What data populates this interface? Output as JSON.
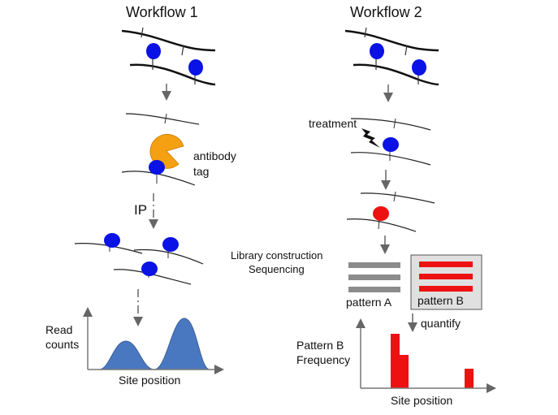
{
  "workflow1": {
    "title": "Workflow 1",
    "antibody_label": "antibody",
    "tag_label": "tag",
    "ip_label": "IP",
    "read_counts_label_line1": "Read",
    "read_counts_label_line2": "counts",
    "x_axis_label": "Site position"
  },
  "workflow2": {
    "title": "Workflow 2",
    "treatment_label": "treatment",
    "library_label_line1": "Library construction",
    "library_label_line2": "Sequencing",
    "pattern_a_label": "pattern A",
    "pattern_b_label": "pattern B",
    "quantify_label": "quantify",
    "freq_label_line1": "Pattern B",
    "freq_label_line2": "Frequency",
    "x_axis_label": "Site position"
  },
  "colors": {
    "protein_blue": "#0a12e6",
    "protein_red": "#ee1111",
    "antibody_orange": "#f5a012",
    "peak_fill": "#4a78c0",
    "bar_red": "#ee1111",
    "pattern_a_gray": "#8c8c8c",
    "box_gray": "#e0e0e0",
    "arrow_gray": "#666666"
  }
}
